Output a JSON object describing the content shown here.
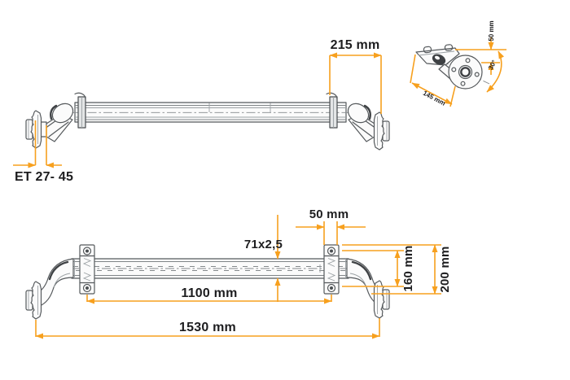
{
  "colors": {
    "dimension_accent": "#F7A01E",
    "drawing_line": "#55595C",
    "label_text": "#1D1D1F",
    "background": "#FFFFFF"
  },
  "diagram": {
    "side_view": {
      "dim_215": "215 mm",
      "dim_et": "ET 27- 45"
    },
    "hub_detail": {
      "dim_50": "50 mm",
      "dim_145": "145 mm",
      "dim_30": "30°"
    },
    "plan_view": {
      "dim_50": "50 mm",
      "dim_tube": "71x2,5",
      "dim_1100": "1100 mm",
      "dim_1530": "1530 mm",
      "dim_160": "160 mm",
      "dim_200": "200 mm"
    }
  }
}
